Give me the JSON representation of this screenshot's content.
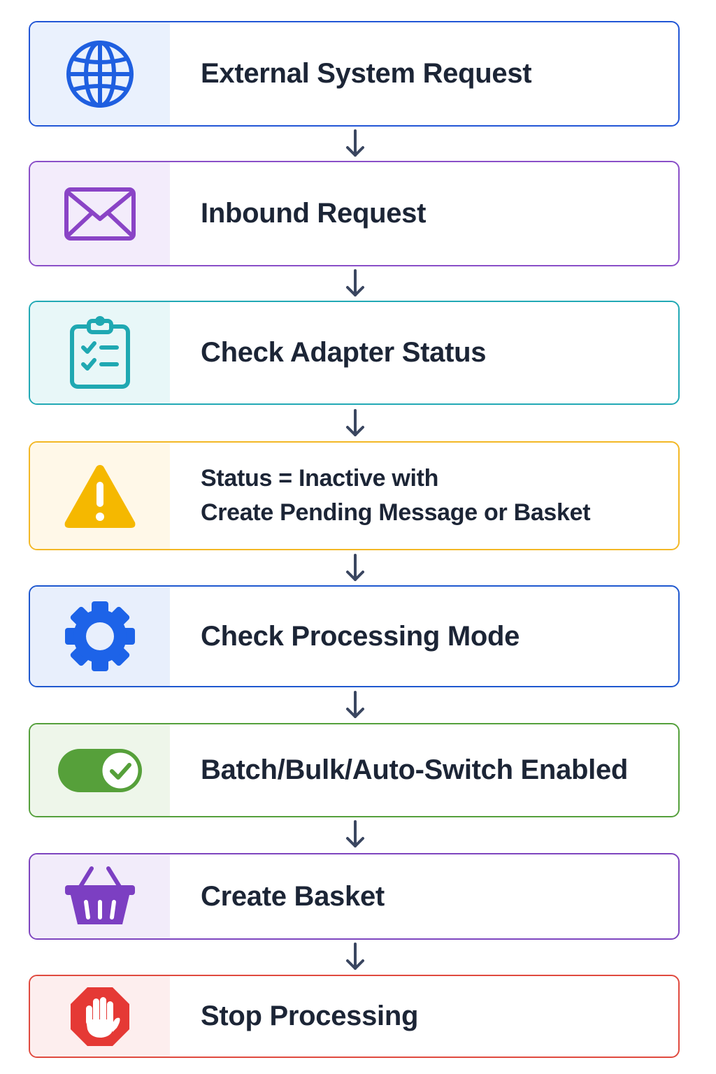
{
  "steps": [
    {
      "label": "External System Request",
      "icon": "globe-icon",
      "color": "#2256d6"
    },
    {
      "label": "Inbound Request",
      "icon": "envelope-icon",
      "color": "#8a4fc8"
    },
    {
      "label": "Check Adapter Status",
      "icon": "clipboard-checklist-icon",
      "color": "#22a9b5"
    },
    {
      "label_line1": "Status = Inactive with",
      "label_line2": "Create Pending Message or Basket",
      "icon": "warning-icon",
      "color": "#f3b826"
    },
    {
      "label": "Check Processing Mode",
      "icon": "gear-icon",
      "color": "#1f58cf"
    },
    {
      "label": "Batch/Bulk/Auto-Switch Enabled",
      "icon": "toggle-on-icon",
      "color": "#55a03c"
    },
    {
      "label": "Create Basket",
      "icon": "basket-icon",
      "color": "#7e45bf"
    },
    {
      "label": "Stop Processing",
      "icon": "stop-hand-icon",
      "color": "#e04a3f"
    }
  ],
  "arrow_color": "#3a4660"
}
